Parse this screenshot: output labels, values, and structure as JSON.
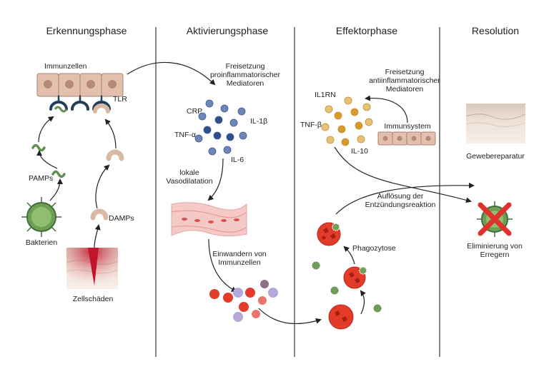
{
  "phases": {
    "recognition": "Erkennungsphase",
    "activation": "Aktivierungsphase",
    "effector": "Effektorphase",
    "resolution": "Resolution"
  },
  "labels": {
    "immune_cells": "Immunzellen",
    "tlr": "TLR",
    "pamps": "PAMPs",
    "damps": "DAMPs",
    "bacteria": "Bakterien",
    "cell_damage": "Zellschäden",
    "release_pro_1": "Freisetzung",
    "release_pro_2": "proinflammatorischer",
    "release_pro_3": "Mediatoren",
    "crp": "CRP",
    "tnf_alpha": "TNF-α",
    "il_1b": "IL-1β",
    "il_6": "IL-6",
    "vaso_1": "lokale",
    "vaso_2": "Vasodilatation",
    "migration_1": "Einwandern von",
    "migration_2": "Immunzellen",
    "release_anti_1": "Freisetzung",
    "release_anti_2": "antiinflammatorischer",
    "release_anti_3": "Mediatoren",
    "il1rn": "IL1RN",
    "tnf_beta": "TNF-β",
    "il_10": "IL-10",
    "immune_system": "Immunsystem",
    "dissolution_1": "Auflösung der",
    "dissolution_2": "Entzündungsreaktion",
    "phagocytosis": "Phagozytose",
    "tissue_repair": "Gewebereparatur",
    "elimination_1": "Eliminierung von",
    "elimination_2": "Erregern"
  },
  "colors": {
    "immune_cell": "#e3bfae",
    "cell_nucleus": "#b68a75",
    "tlr_receptor": "#1f3f5a",
    "pamp": "#5f8f4f",
    "damp": "#d9b9a2",
    "bacteria": "#6f9f55",
    "pro_mediator": "#6d86b8",
    "pro_mediator_dark": "#2f4f8f",
    "anti_mediator": "#e9c27a",
    "anti_mediator_dark": "#d69a2e",
    "neutrophil": "#e23b2a",
    "monocyte": "#b7a6d9",
    "blood_vessel": "#f5c9c6",
    "skin": "#eadad0",
    "wound": "#c0152b",
    "cross": "#e0312c",
    "divider": "#333333"
  }
}
